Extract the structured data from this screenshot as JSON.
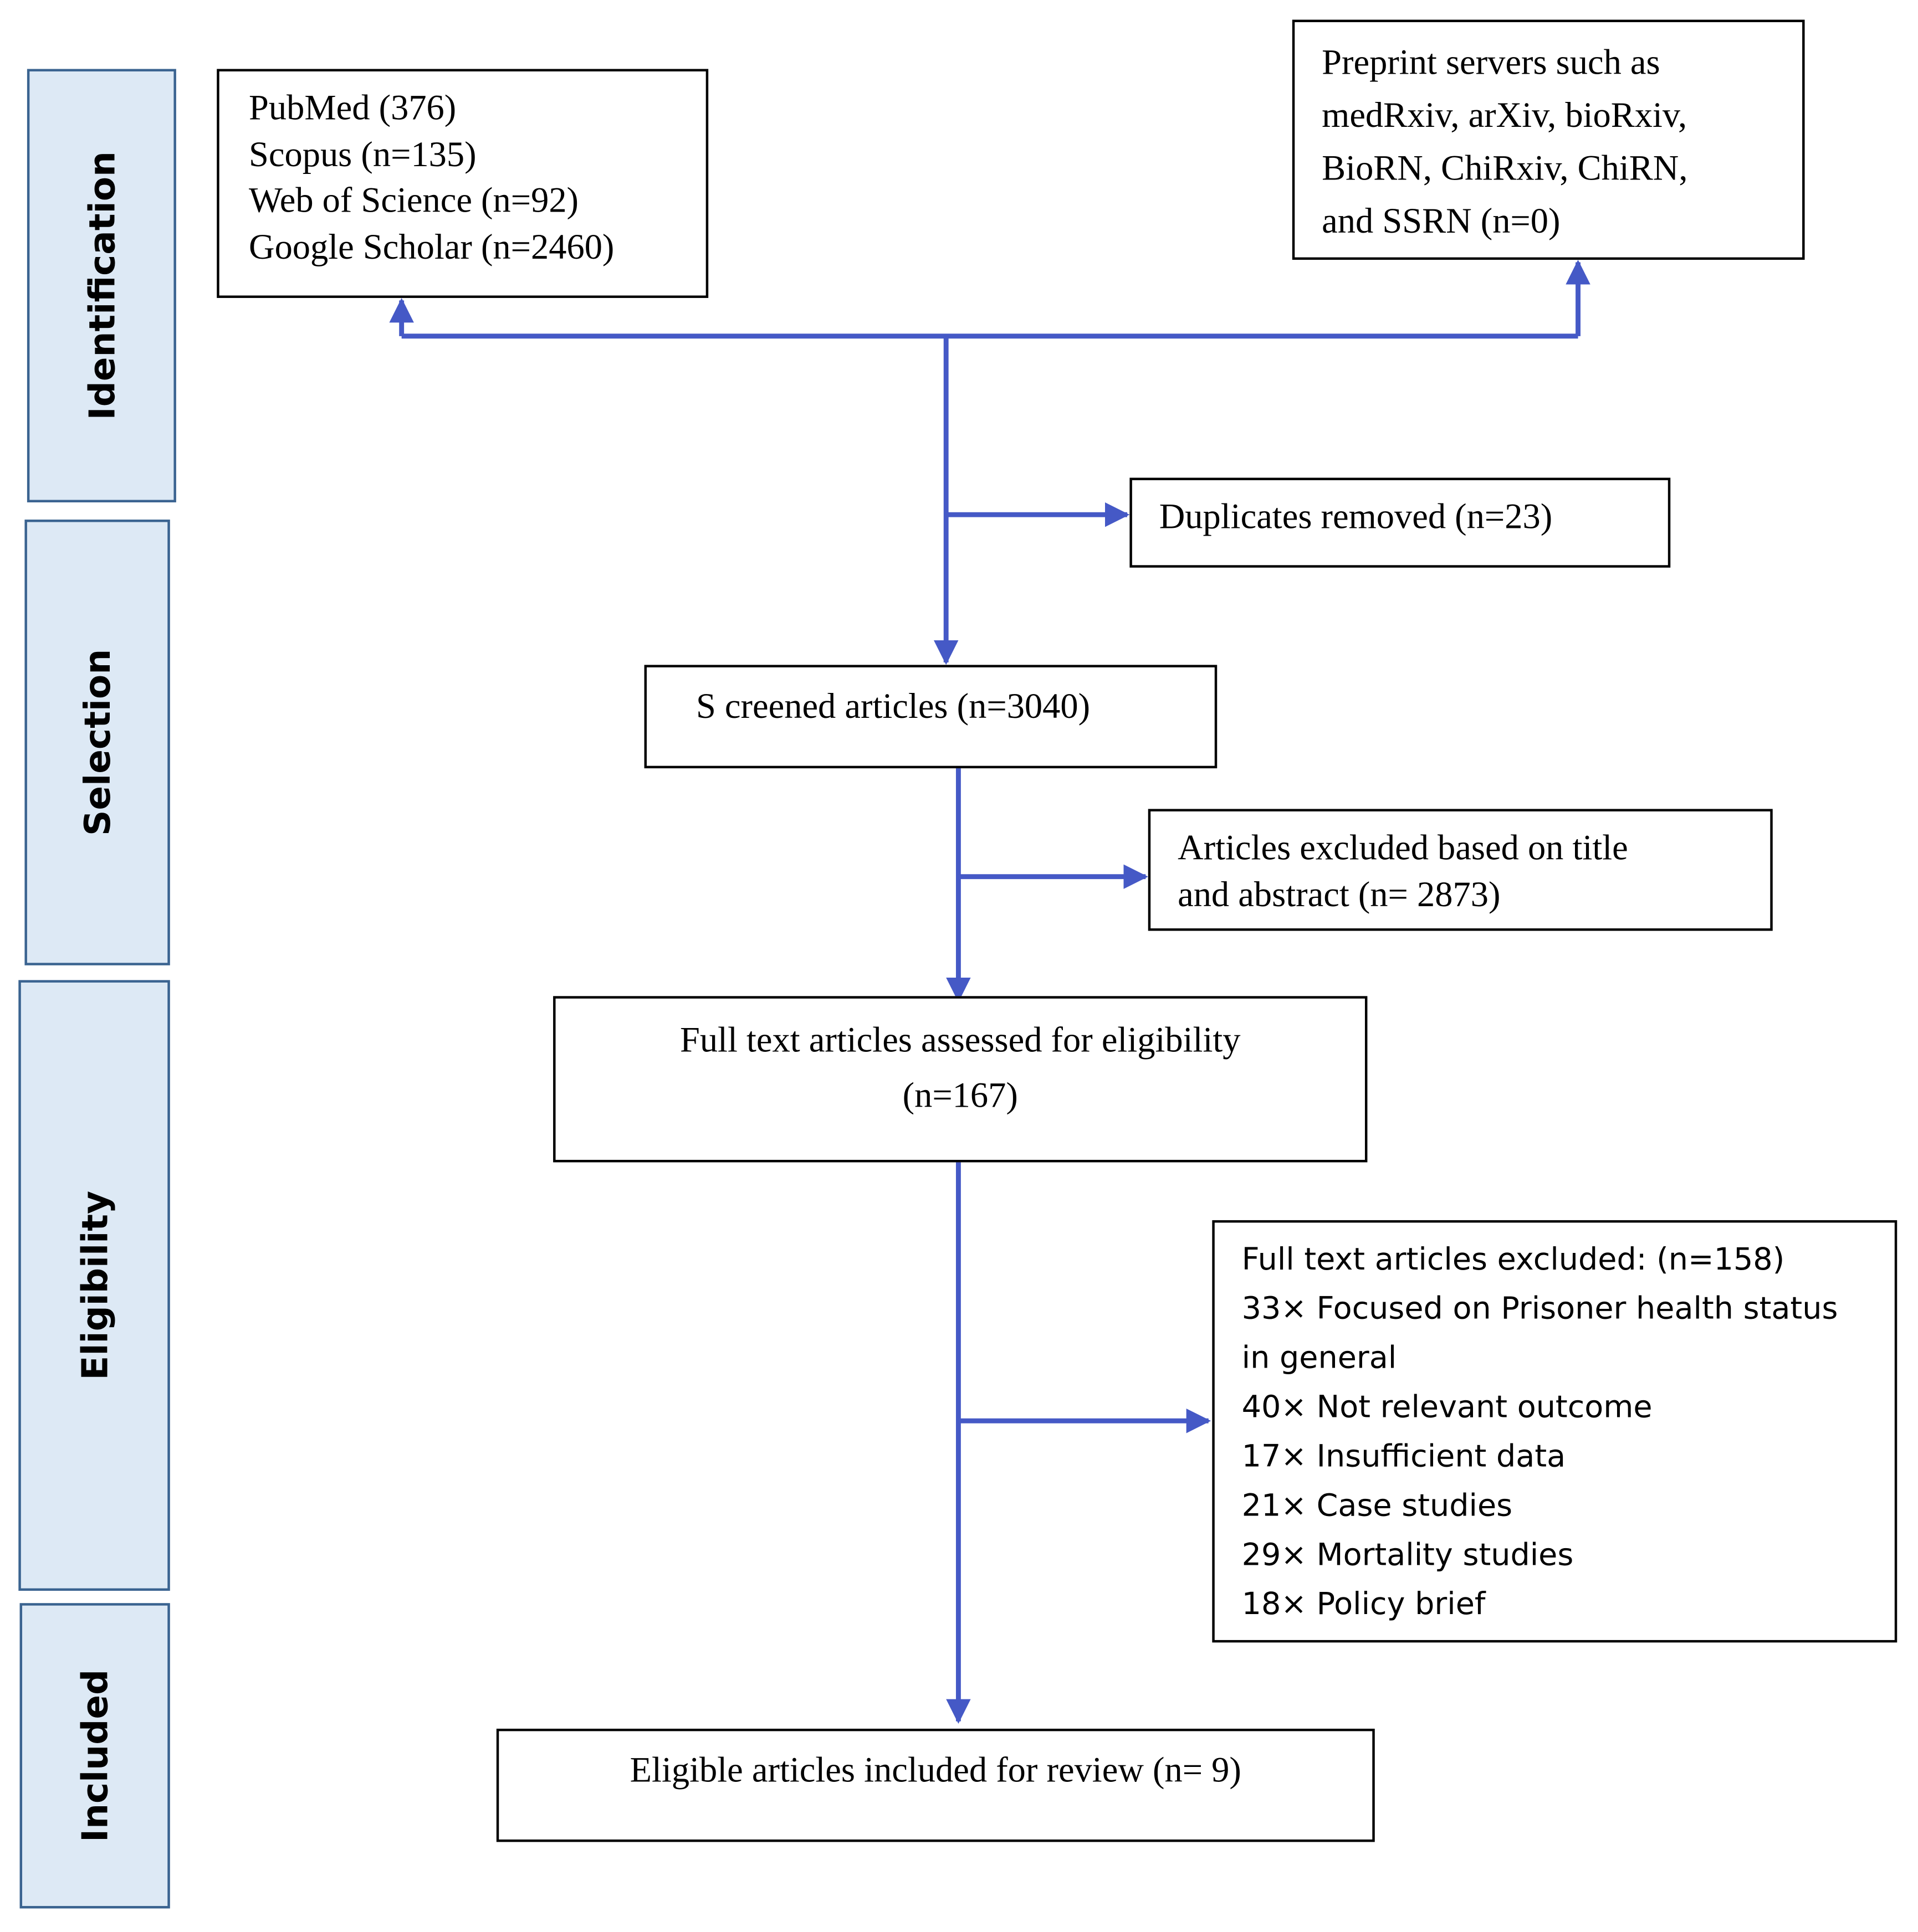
{
  "phases": {
    "identification": "Identification",
    "selection": "Selection",
    "eligibility": "Eligibility",
    "included": "Included"
  },
  "databases": {
    "lines": [
      "PubMed (376)",
      "Scopus (n=135)",
      "Web of Science (n=92)",
      "Google Scholar (n=2460)"
    ]
  },
  "preprints": {
    "lines": [
      "Preprint servers such as",
      "medRxiv, arXiv, bioRxiv,",
      "BioRN, ChiRxiv, ChiRN,",
      "and SSRN (n=0)"
    ]
  },
  "duplicates": {
    "text": "Duplicates removed (n=23)"
  },
  "screened": {
    "text": "S creened articles (n=3040)"
  },
  "excluded_title_abstract": {
    "lines": [
      "Articles excluded based on title",
      "and abstract (n= 2873)"
    ]
  },
  "fulltext_assessed": {
    "lines": [
      "Full text articles assessed for eligibility",
      "(n=167)"
    ]
  },
  "fulltext_excluded": {
    "lines": [
      "Full text articles excluded: (n=158)",
      "33× Focused on Prisoner health status",
      "in general",
      "40× Not relevant outcome",
      "17× Insufficient data",
      "21× Case studies",
      "29× Mortality studies",
      "18× Policy brief"
    ]
  },
  "included_review": {
    "text": "Eligible articles included for review (n= 9)"
  },
  "colors": {
    "arrow": "#4559c6",
    "phase_fill": "#dde9f5",
    "phase_border": "#3a6390"
  }
}
